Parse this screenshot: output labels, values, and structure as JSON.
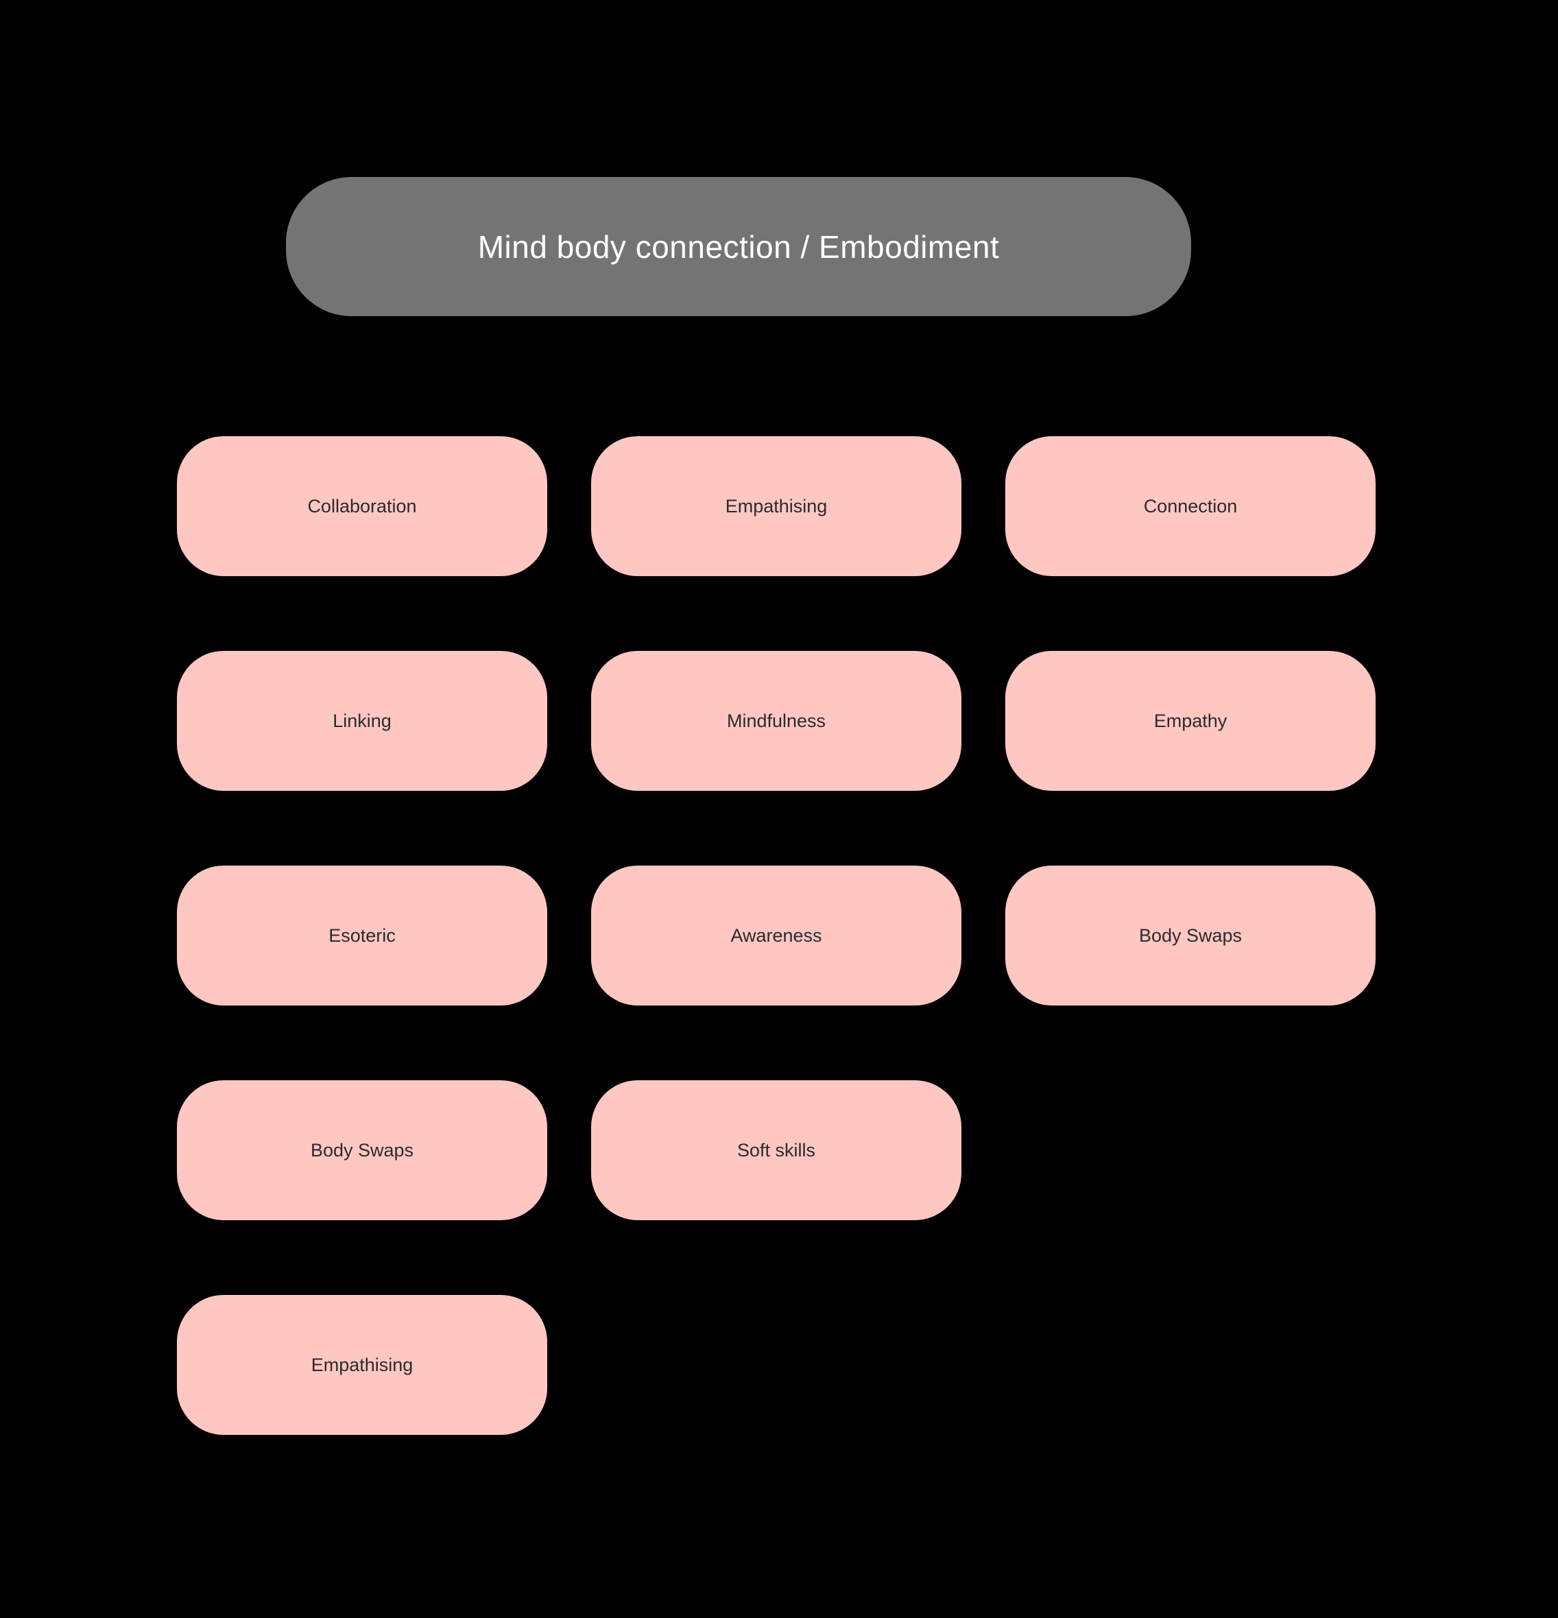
{
  "title": {
    "label": "Mind body connection / Embodiment"
  },
  "nodes": [
    {
      "label": "Collaboration",
      "row": 0,
      "col": 0
    },
    {
      "label": "Empathising",
      "row": 0,
      "col": 1
    },
    {
      "label": "Connection",
      "row": 0,
      "col": 2
    },
    {
      "label": "Linking",
      "row": 1,
      "col": 0
    },
    {
      "label": "Mindfulness",
      "row": 1,
      "col": 1
    },
    {
      "label": "Empathy",
      "row": 1,
      "col": 2
    },
    {
      "label": "Esoteric",
      "row": 2,
      "col": 0
    },
    {
      "label": "Awareness",
      "row": 2,
      "col": 1
    },
    {
      "label": "Body Swaps",
      "row": 2,
      "col": 2
    },
    {
      "label": "Body Swaps",
      "row": 3,
      "col": 0
    },
    {
      "label": "Soft skills",
      "row": 3,
      "col": 1
    },
    {
      "label": "Empathising",
      "row": 4,
      "col": 0
    }
  ],
  "colors": {
    "background": "#000000",
    "title_fill": "#747474",
    "title_text": "#ffffff",
    "node_fill": "#ffc7c2",
    "node_text": "#2b2b2b"
  }
}
